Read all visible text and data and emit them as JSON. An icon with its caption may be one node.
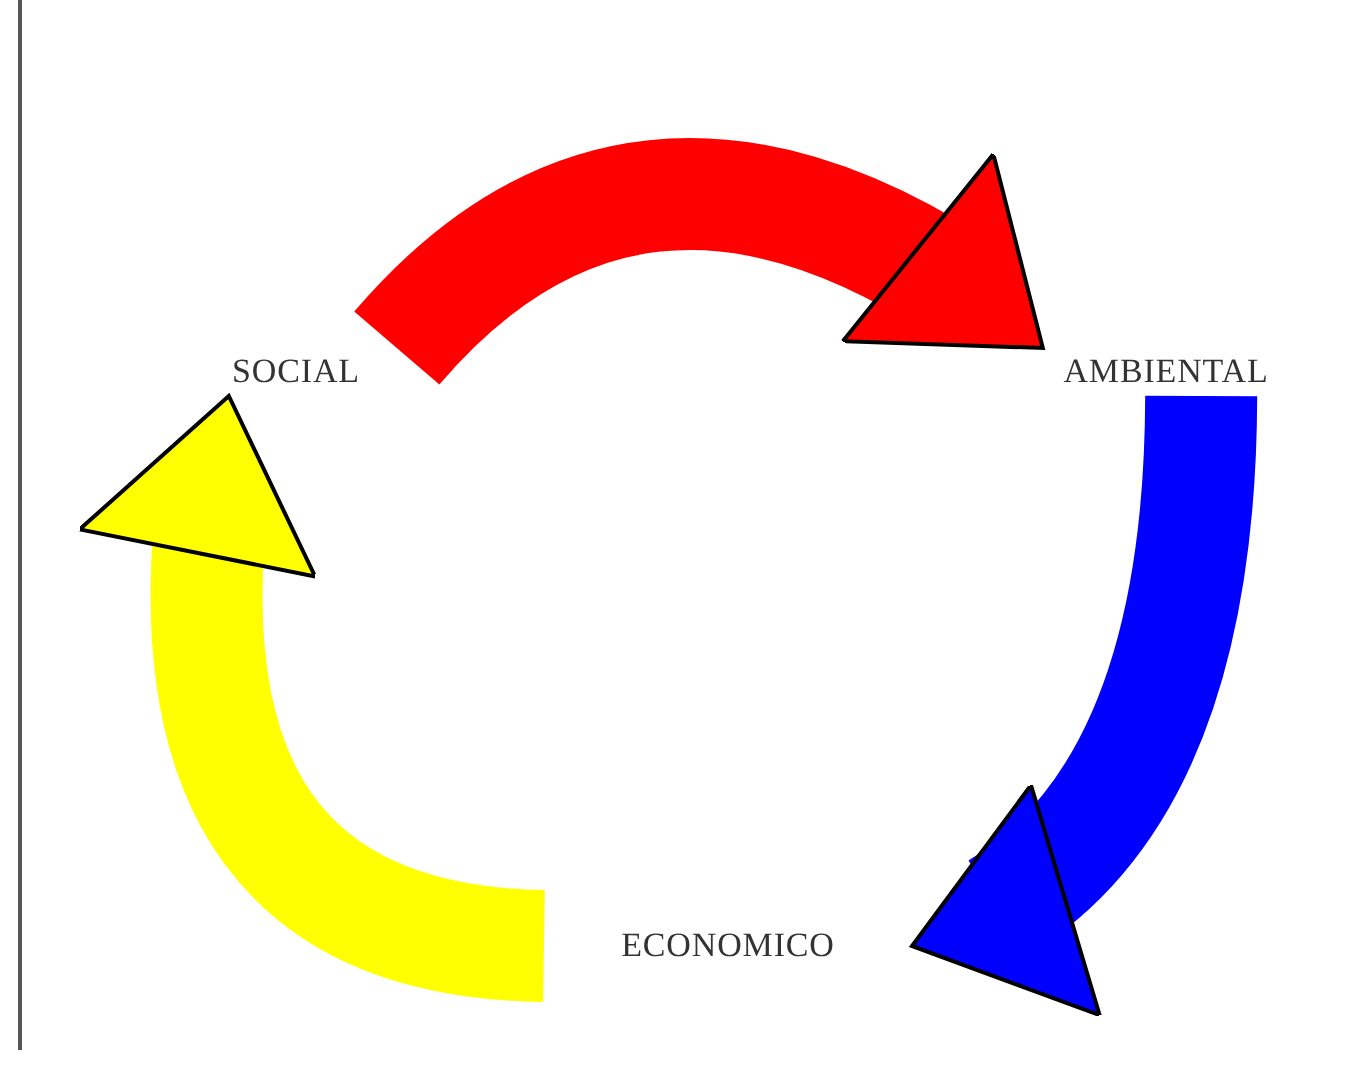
{
  "diagram": {
    "nodes": [
      {
        "text": [
          "SOCIAL"
        ]
      },
      {
        "text": [
          "AMBIENTAL"
        ]
      },
      {
        "text": [
          "ECONOMICO"
        ]
      }
    ],
    "edges": [
      {
        "from": 0,
        "to": 1,
        "arrow": "to",
        "color": "#ff0000"
      },
      {
        "from": 1,
        "to": 2,
        "arrow": "to",
        "color": "#0000ff"
      },
      {
        "from": 2,
        "to": 0,
        "arrow": "to",
        "color": "#ffff00"
      }
    ]
  }
}
